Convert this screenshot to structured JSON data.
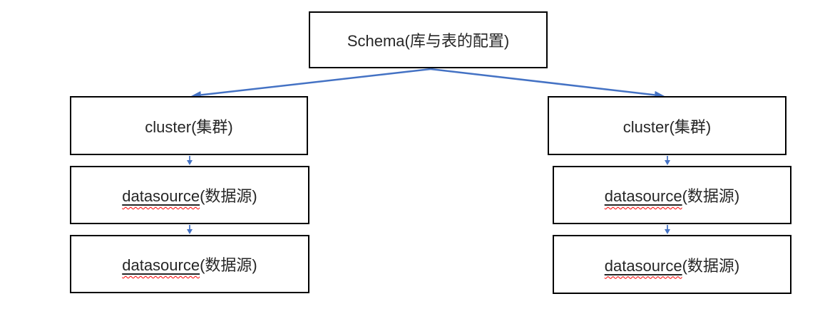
{
  "colors": {
    "background": "#ffffff",
    "box_border": "#000000",
    "text": "#262626",
    "arrow": "#4472c4",
    "spellcheck_squiggle": "#ff0000"
  },
  "diagram": {
    "root": {
      "label": "Schema(库与表的配置)"
    },
    "left": {
      "cluster_label": "cluster(集群)",
      "datasources": [
        {
          "word": "datasource",
          "suffix": "(数据源)"
        },
        {
          "word": "datasource",
          "suffix": "(数据源)"
        }
      ]
    },
    "right": {
      "cluster_label": "cluster(集群)",
      "datasources": [
        {
          "word": "datasource",
          "suffix": "(数据源)"
        },
        {
          "word": "datasource",
          "suffix": "(数据源)"
        }
      ]
    },
    "edges": [
      {
        "from": "schema",
        "to": "left-cluster"
      },
      {
        "from": "schema",
        "to": "right-cluster"
      },
      {
        "from": "left-cluster",
        "to": "left-datasource-1"
      },
      {
        "from": "left-datasource-1",
        "to": "left-datasource-2"
      },
      {
        "from": "right-cluster",
        "to": "right-datasource-1"
      },
      {
        "from": "right-datasource-1",
        "to": "right-datasource-2"
      }
    ]
  }
}
